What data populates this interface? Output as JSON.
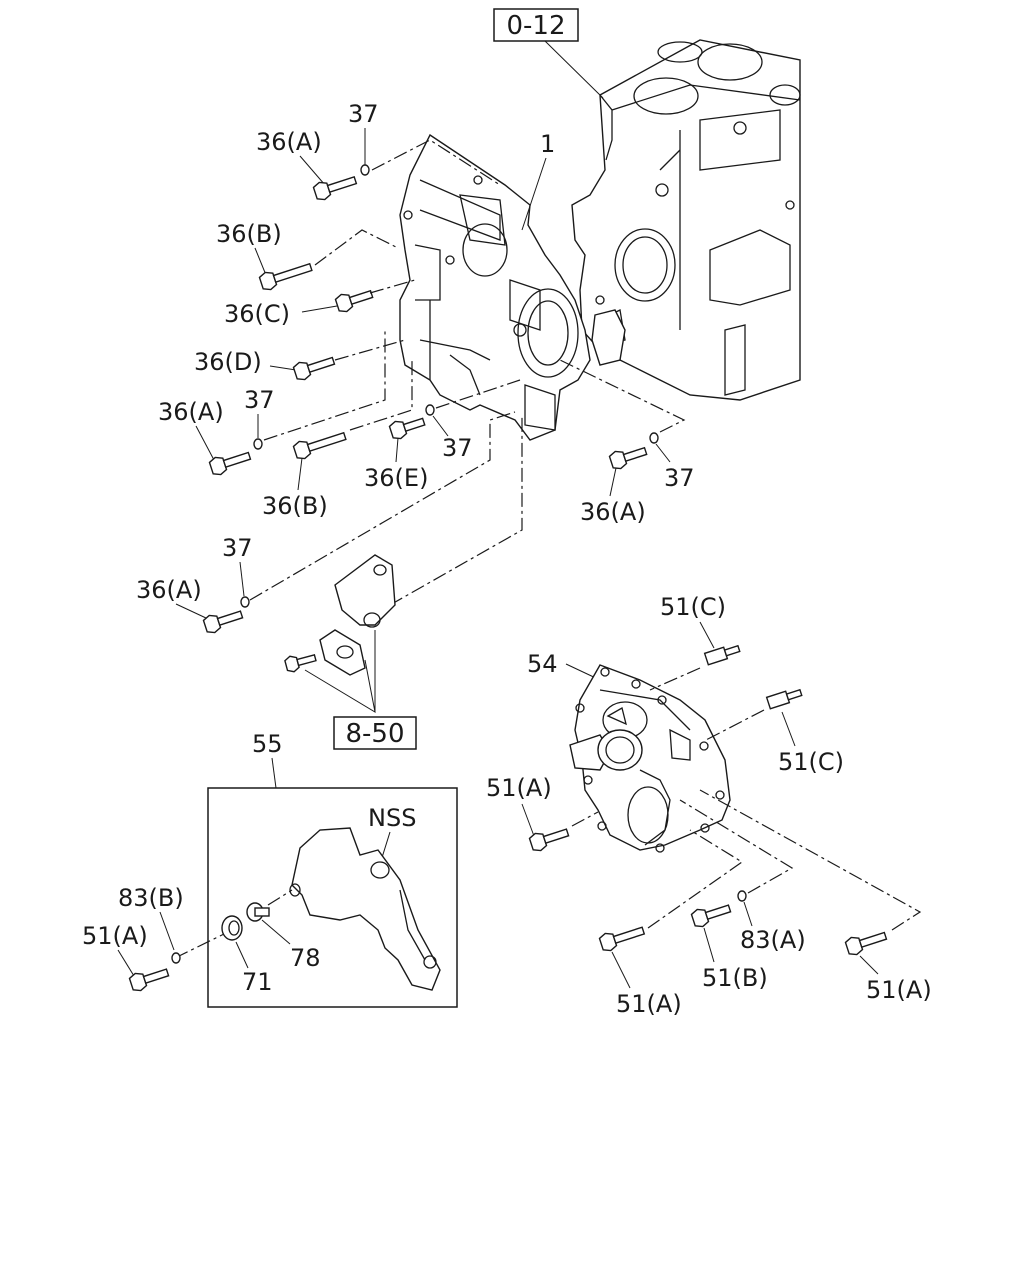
{
  "diagram": {
    "reference_boxes": [
      "0-12",
      "8-50"
    ],
    "callouts": {
      "c_1": "1",
      "c_37_top": "37",
      "c_36A_top": "36(A)",
      "c_36B_top": "36(B)",
      "c_36C": "36(C)",
      "c_36D": "36(D)",
      "c_36A_left": "36(A)",
      "c_37_left": "37",
      "c_36B_mid": "36(B)",
      "c_36E": "36(E)",
      "c_37_mid": "37",
      "c_37_right": "37",
      "c_36A_right": "36(A)",
      "c_37_lower": "37",
      "c_36A_lower": "36(A)",
      "c_55": "55",
      "c_NSS": "NSS",
      "c_83B": "83(B)",
      "c_51A_left": "51(A)",
      "c_71": "71",
      "c_78": "78",
      "c_54": "54",
      "c_51C_top": "51(C)",
      "c_51C_right": "51(C)",
      "c_51A_mid": "51(A)",
      "c_51A_bottom": "51(A)",
      "c_51B": "51(B)",
      "c_83A": "83(A)",
      "c_51A_far": "51(A)"
    }
  }
}
